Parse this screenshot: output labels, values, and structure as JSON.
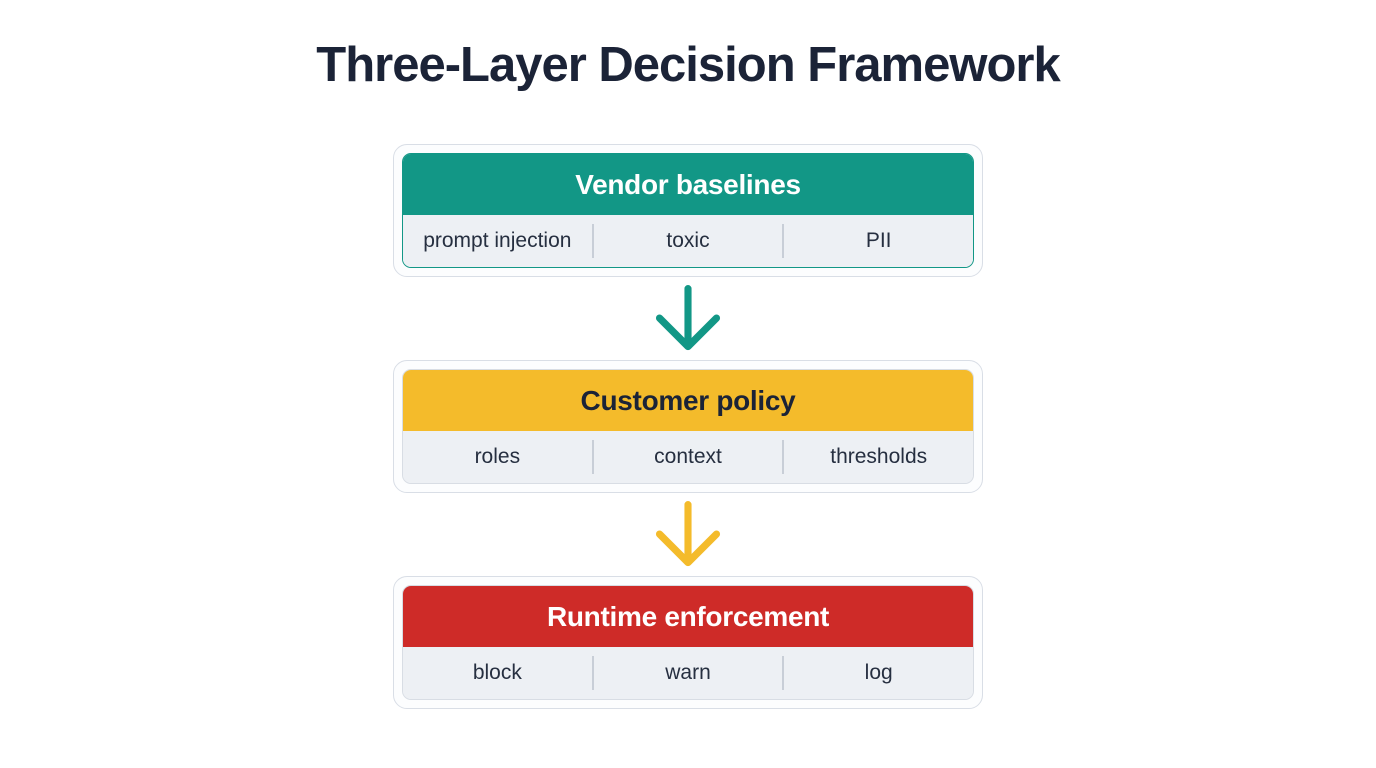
{
  "title": "Three-Layer Decision Framework",
  "layers": [
    {
      "name": "vendor-baselines",
      "header": "Vendor baselines",
      "cells": [
        "prompt injection",
        "toxic",
        "PII"
      ],
      "colors": {
        "header_bg": "#129786",
        "header_fg": "#ffffff",
        "border": "#129786"
      }
    },
    {
      "name": "customer-policy",
      "header": "Customer policy",
      "cells": [
        "roles",
        "context",
        "thresholds"
      ],
      "colors": {
        "header_bg": "#f4bb2b",
        "header_fg": "#1b2337",
        "border": "#d8dde4"
      }
    },
    {
      "name": "runtime-enforcement",
      "header": "Runtime enforcement",
      "cells": [
        "block",
        "warn",
        "log"
      ],
      "colors": {
        "header_bg": "#ce2b28",
        "header_fg": "#ffffff",
        "border": "#d8dde4"
      }
    }
  ],
  "arrows": [
    {
      "name": "arrow-vendor-to-customer",
      "color": "#129786"
    },
    {
      "name": "arrow-customer-to-runtime",
      "color": "#f4bb2b"
    }
  ],
  "style_colors": {
    "background": "#ffffff",
    "title_text": "#1b2337",
    "card_background": "#fcfdfe",
    "card_border": "#d9dee6",
    "subrow_background": "#edf0f4",
    "cell_text": "#262f40",
    "divider": "#c8ced7"
  }
}
